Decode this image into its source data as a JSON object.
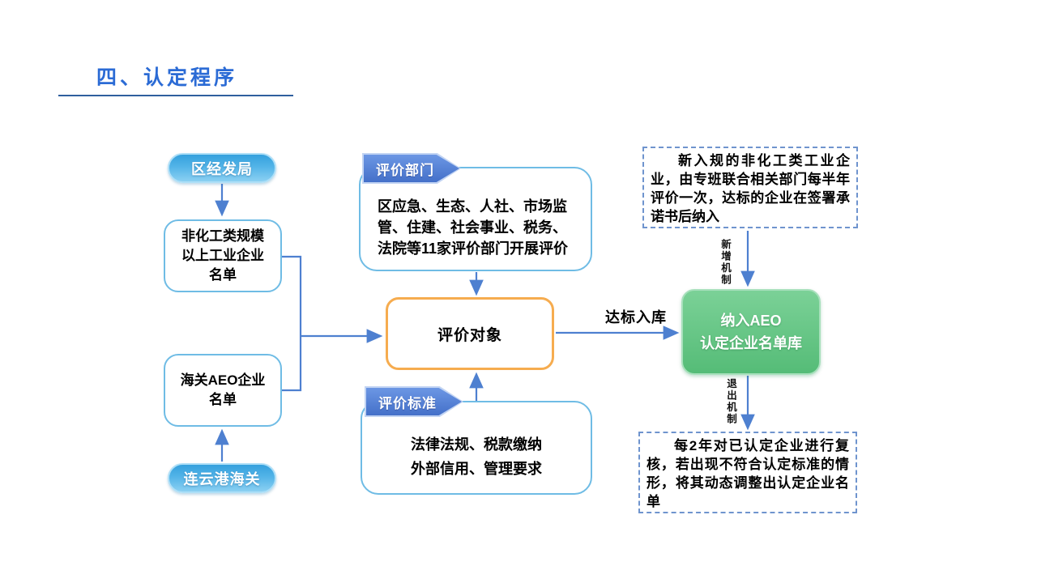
{
  "title": {
    "text": "四、认定程序"
  },
  "left_flow": {
    "top_source": "区经发局",
    "top_list": "非化工类规模以上工业企业名单",
    "bottom_list": "海关AEO企业名单",
    "bottom_source": "连云港海关"
  },
  "evaluation": {
    "dept_tag": "评价部门",
    "dept_text": "区应急、生态、人社、市场监管、住建、社会事业、税务、法院等11家评价部门开展评价",
    "target": "评价对象",
    "standard_tag": "评价标准",
    "standard_line1": "法律法规、税款缴纳",
    "standard_line2": "外部信用、管理要求",
    "pass_label": "达标入库"
  },
  "aeo": {
    "new_note": "新入规的非化工类工业企业，由专班联合相关部门每半年评价一次，达标的企业在签署承诺书后纳入",
    "add_mechanism": "新增机制",
    "pool_line1": "纳入AEO",
    "pool_line2": "认定企业名单库",
    "exit_mechanism": "退出机制",
    "review_note": "每2年对已认定企业进行复核，若出现不符合认定标准的情形，将其动态调整出认定企业名单"
  },
  "colors": {
    "title_blue": "#2B6BD5",
    "arrow_blue": "#4E80D0",
    "pill_blue": "#53B4E8",
    "tag_blue": "#4470C9",
    "box_border_blue": "#6FBCE5",
    "target_border_orange": "#F6AC4F",
    "pool_green": "#55BC77",
    "dashed_border_blue": "#6F94CE"
  }
}
